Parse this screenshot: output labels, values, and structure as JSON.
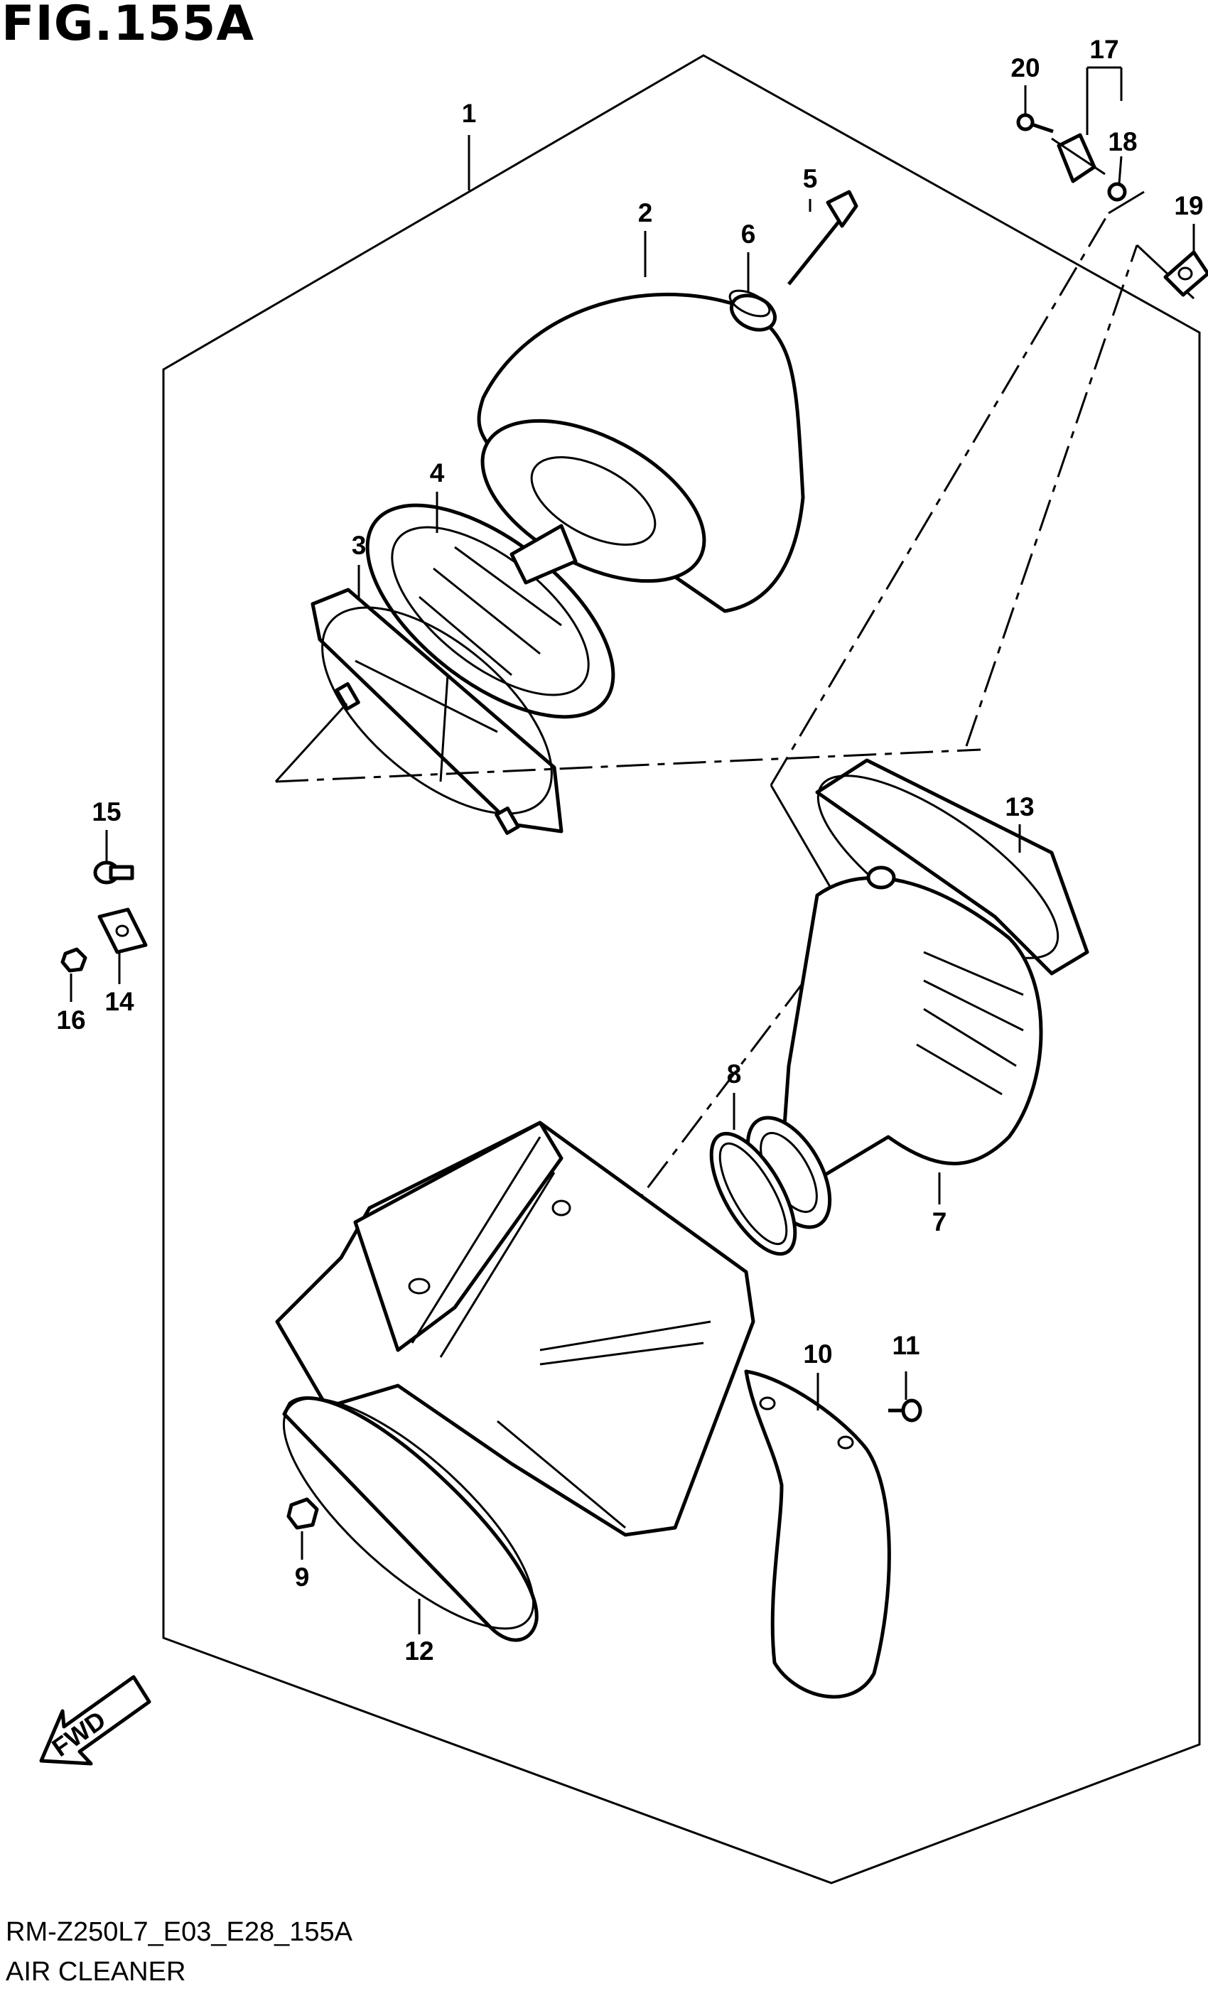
{
  "figure": {
    "title": "FIG.155A",
    "code": "RM-Z250L7_E03_E28_155A",
    "name": "AIR CLEANER"
  },
  "fwd_label": "FWD",
  "callouts": [
    "1",
    "2",
    "3",
    "4",
    "5",
    "6",
    "7",
    "8",
    "9",
    "10",
    "11",
    "12",
    "13",
    "14",
    "15",
    "16",
    "17",
    "18",
    "19",
    "20"
  ]
}
